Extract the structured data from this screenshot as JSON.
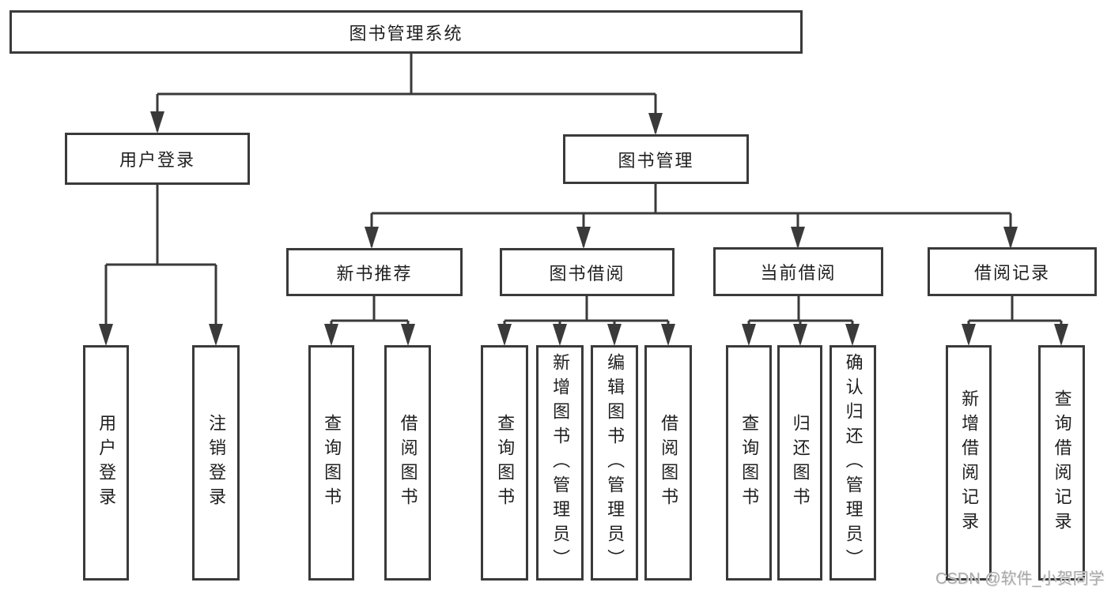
{
  "diagram": {
    "root": "图书管理系统",
    "branches": [
      {
        "label": "用户登录",
        "children": [
          "用户登录",
          "注销登录"
        ]
      },
      {
        "label": "图书管理",
        "groups": [
          {
            "label": "新书推荐",
            "children": [
              "查询图书",
              "借阅图书"
            ]
          },
          {
            "label": "图书借阅",
            "children": [
              "查询图书",
              "新增图书（管理员）",
              "编辑图书（管理员）",
              "借阅图书"
            ]
          },
          {
            "label": "当前借阅",
            "children": [
              "查询图书",
              "归还图书",
              "确认归还（管理员）"
            ]
          },
          {
            "label": "借阅记录",
            "children": [
              "新增借阅记录",
              "查询借阅记录"
            ]
          }
        ]
      }
    ]
  },
  "watermark": {
    "text": "CSDN @软件_小贺同学"
  },
  "colors": {
    "line": "#3a3a3a",
    "text": "#1f1f1f",
    "watermark": "#a9a9a9",
    "background": "#ffffff"
  }
}
